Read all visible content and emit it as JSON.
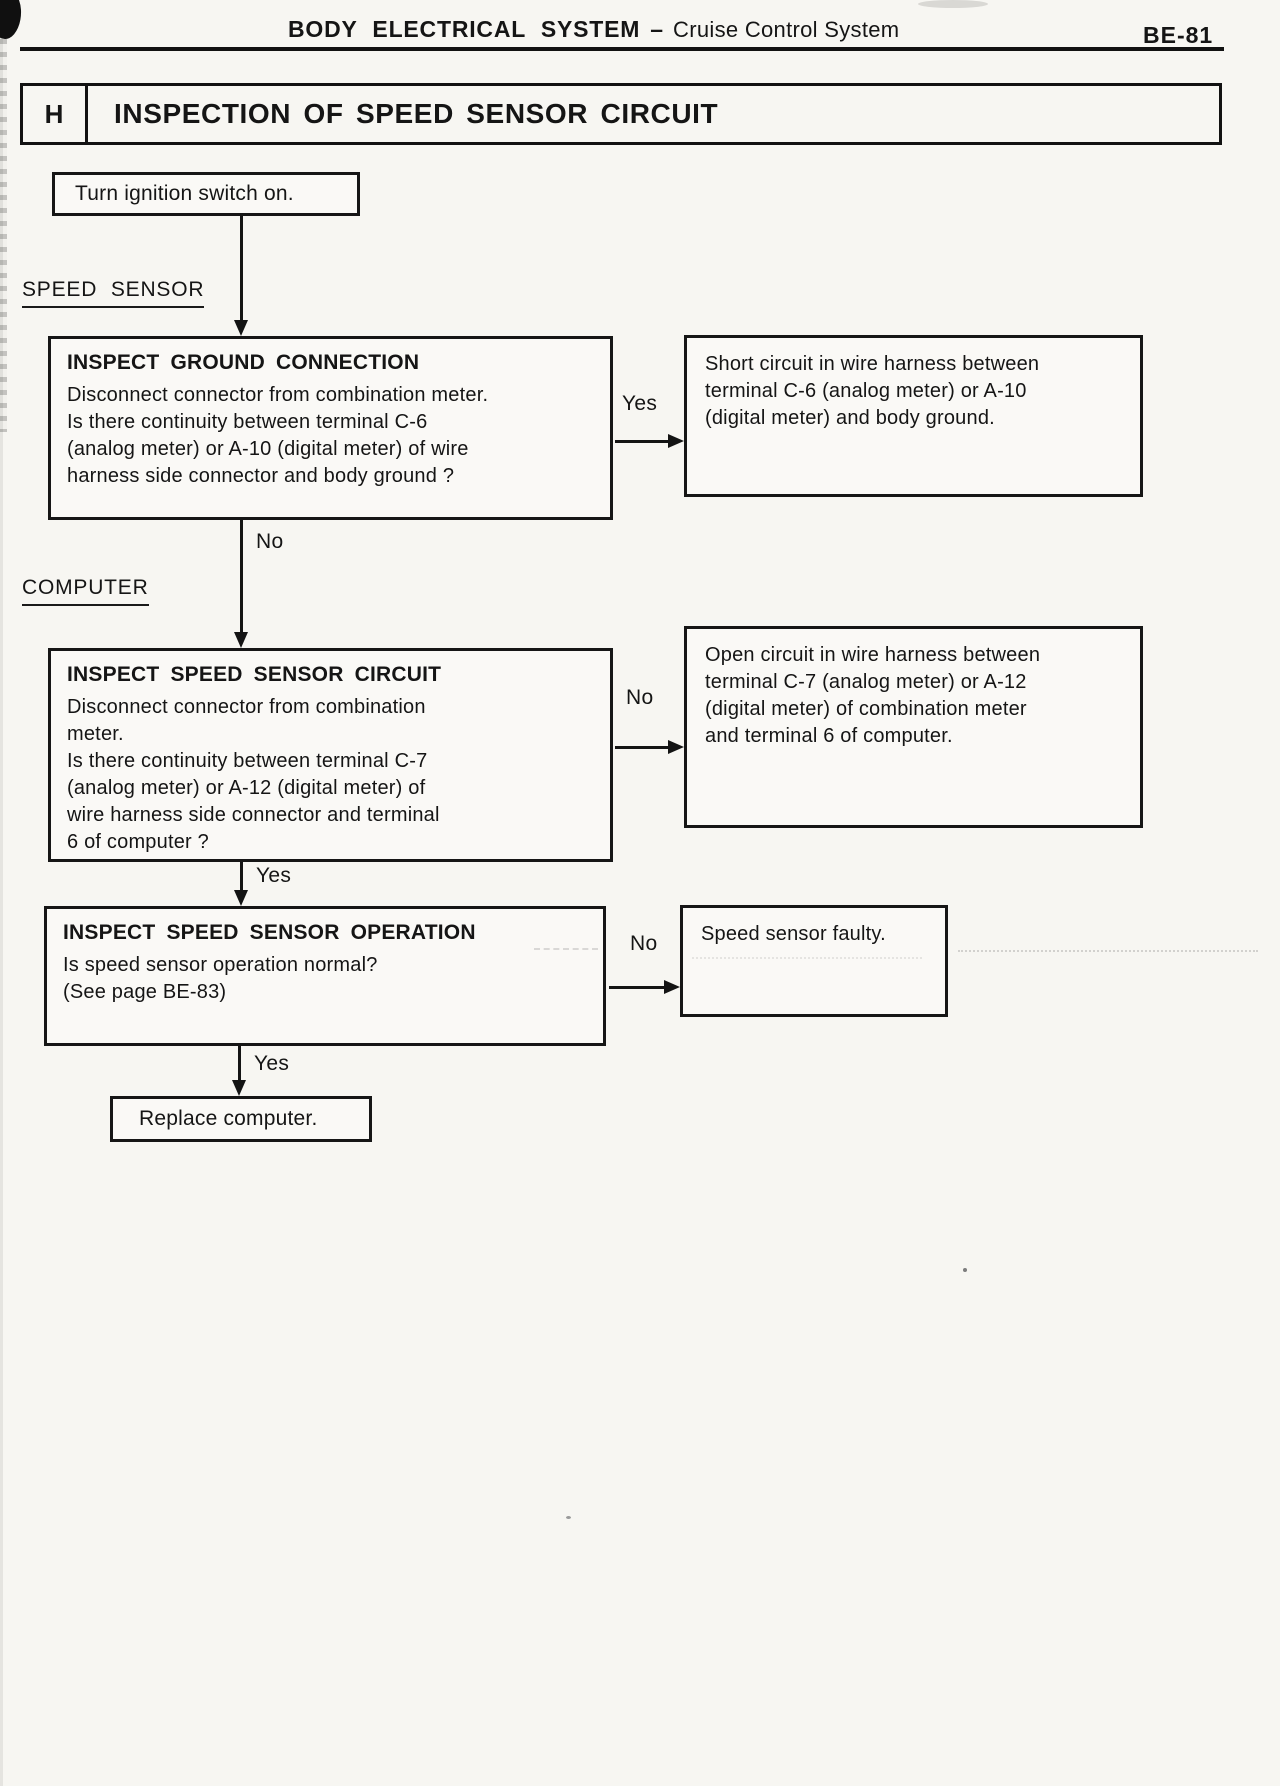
{
  "header": {
    "section": "BODY ELECTRICAL SYSTEM",
    "separator": "–",
    "subsection": "Cruise Control System",
    "page_number": "BE-81"
  },
  "title_block": {
    "index": "H",
    "title": "INSPECTION OF SPEED SENSOR CIRCUIT"
  },
  "colors": {
    "ink": "#151515",
    "paper": "#f7f6f2"
  },
  "flowchart": {
    "start": {
      "label": "Turn ignition switch on."
    },
    "sections": {
      "speed_sensor": "SPEED SENSOR",
      "computer": "COMPUTER"
    },
    "step1": {
      "title": "INSPECT GROUND CONNECTION",
      "body": "Disconnect connector from combination meter.\nIs there continuity between terminal C-6\n(analog meter) or A-10 (digital meter) of wire\nharness side connector and body ground ?",
      "branch_label": "Yes",
      "branch_result": "Short circuit in wire harness between\nterminal C-6 (analog meter) or A-10\n(digital meter) and body ground.",
      "next_label": "No"
    },
    "step2": {
      "title": "INSPECT SPEED SENSOR CIRCUIT",
      "body": "Disconnect connector from combination\nmeter.\nIs there continuity between terminal C-7\n(analog meter) or A-12 (digital meter) of\nwire harness side connector and terminal\n6 of computer ?",
      "branch_label": "No",
      "branch_result": "Open circuit in wire harness between\nterminal C-7 (analog meter) or A-12\n(digital meter) of combination meter\nand terminal 6 of computer.",
      "next_label": "Yes"
    },
    "step3": {
      "title": "INSPECT SPEED SENSOR OPERATION",
      "body": "Is speed sensor operation normal?\n(See page BE-83)",
      "branch_label": "No",
      "branch_result": "Speed sensor faulty.",
      "next_label": "Yes"
    },
    "end": {
      "label": "Replace computer."
    }
  }
}
